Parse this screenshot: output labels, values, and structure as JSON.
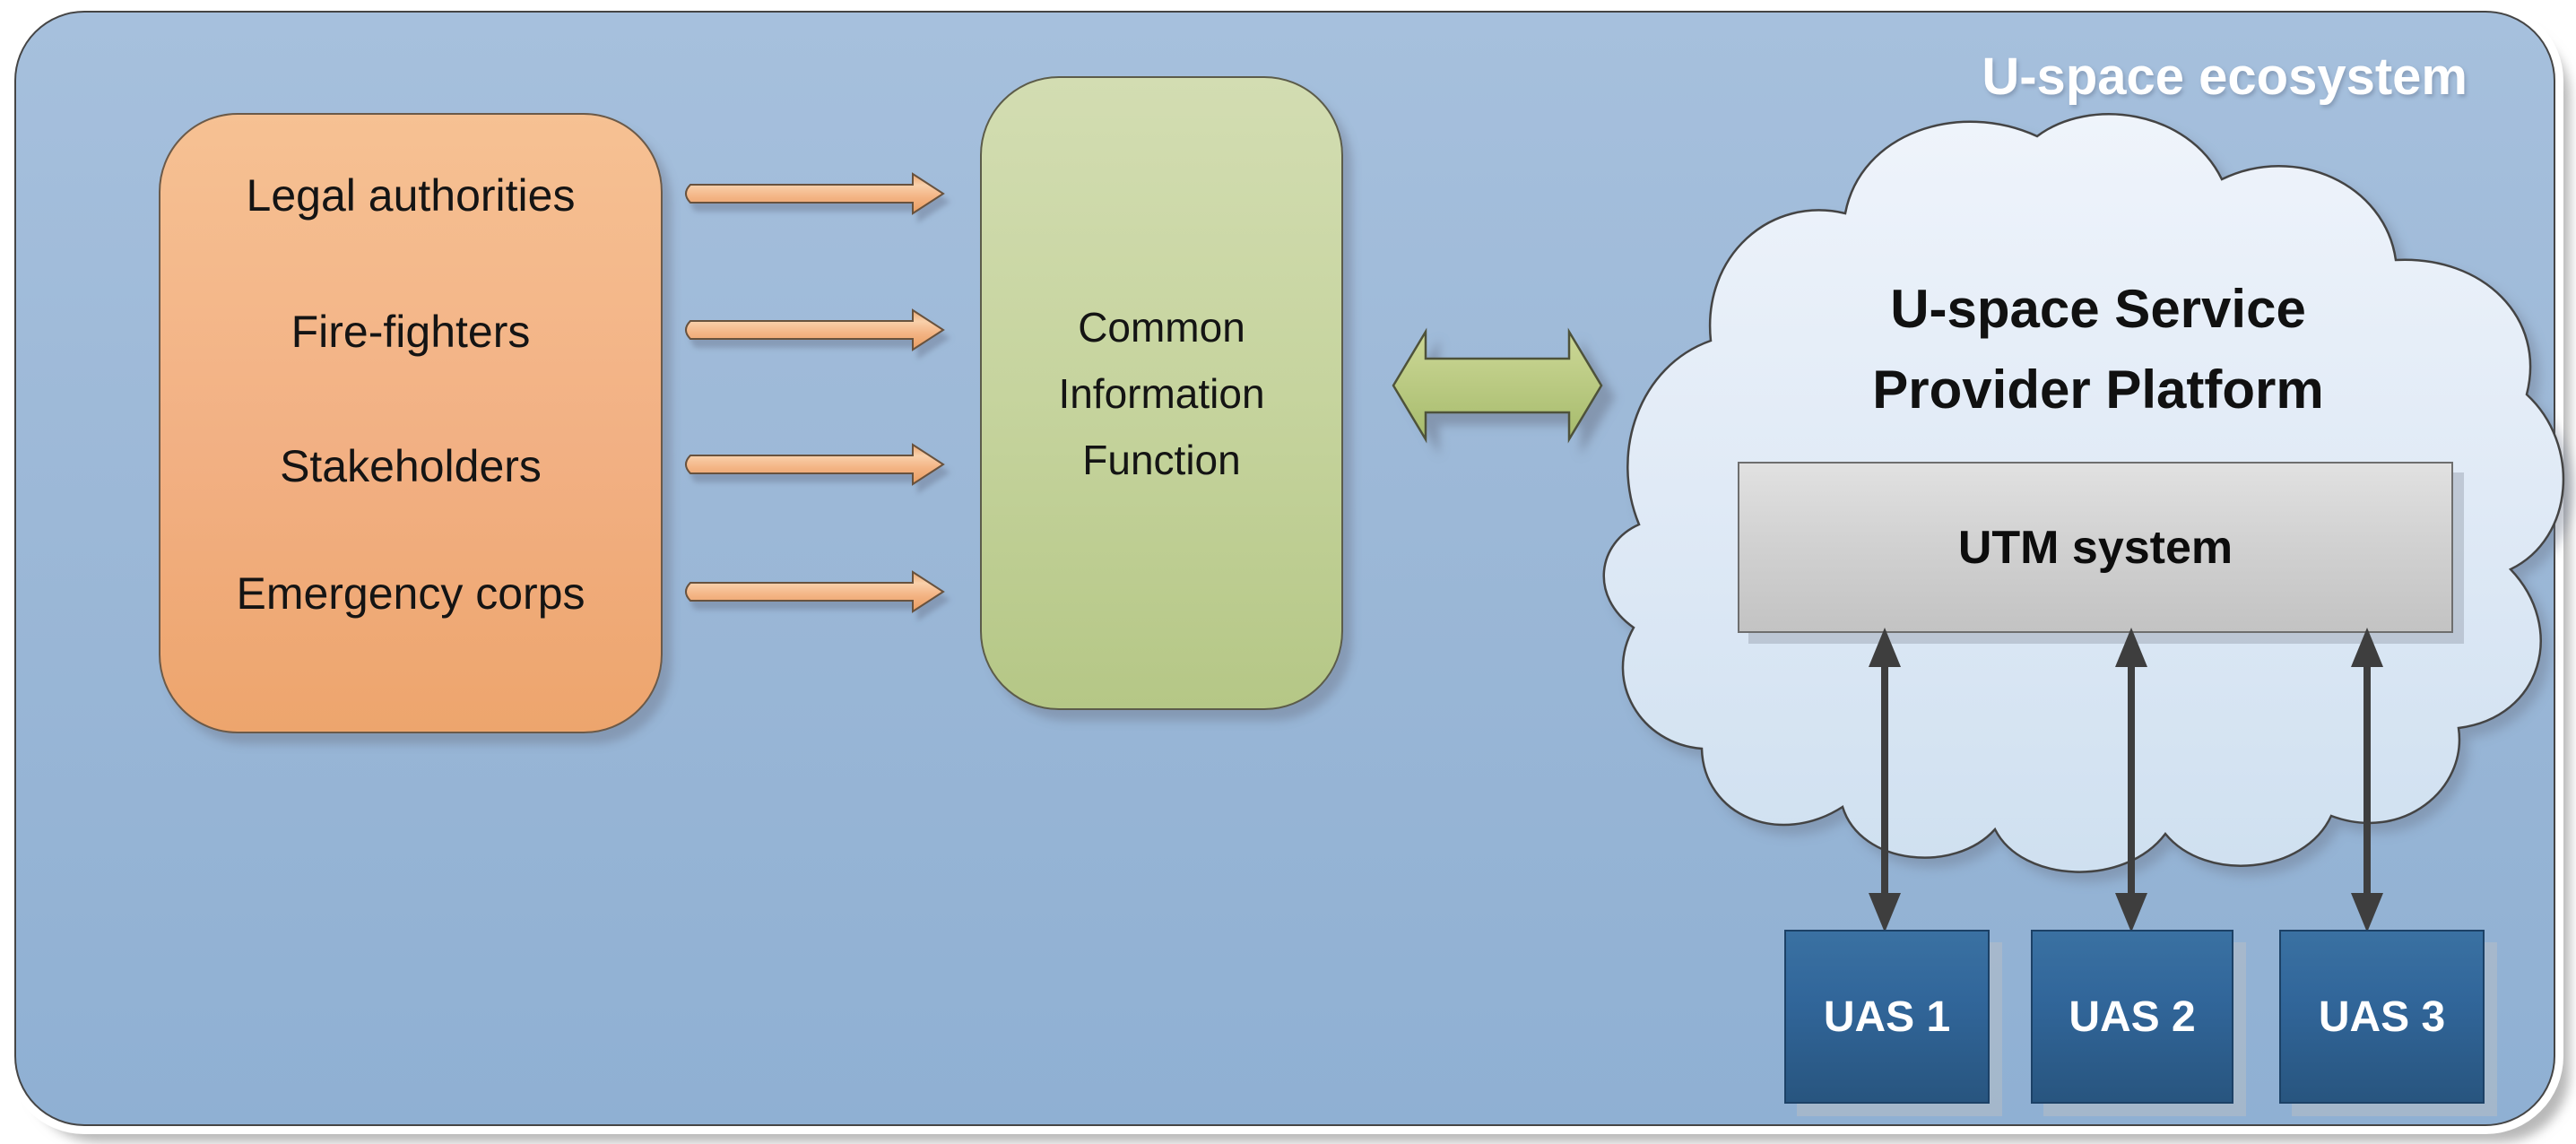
{
  "diagram": {
    "ecosystem_label": "U-space ecosystem",
    "stakeholders": [
      "Legal authorities",
      "Fire-fighters",
      "Stakeholders",
      "Emergency corps"
    ],
    "cif_lines": [
      "Common",
      "Information",
      "Function"
    ],
    "cloud_title_lines": [
      "U-space Service",
      "Provider Platform"
    ],
    "utm_label": "UTM system",
    "uas_labels": [
      "UAS 1",
      "UAS 2",
      "UAS 3"
    ],
    "colors": {
      "canvas_blue": "#9cb8d7",
      "stakeholder_orange": "#f2b083",
      "cif_green": "#c6d49e",
      "connector_green": "#b9ca7f",
      "cloud_blue": "#dde9f6",
      "utm_gray": "#d2d2d2",
      "uas_blue": "#31669a",
      "pipe_arrow_orange": "#f3b383",
      "link_arrow_gray": "#3e3e3e",
      "title_white": "#ffffff"
    }
  }
}
